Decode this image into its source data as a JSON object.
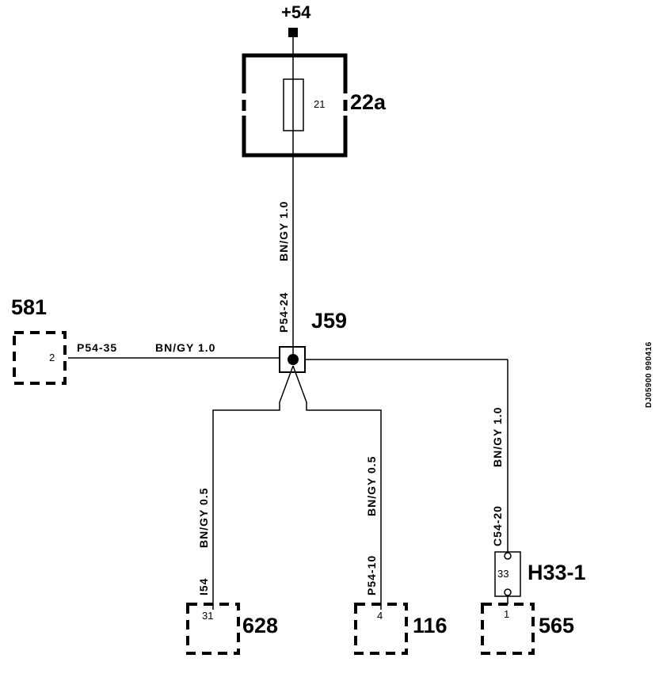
{
  "diagram": {
    "supply": {
      "label": "+54"
    },
    "fuse": {
      "number": "21",
      "name": "22a"
    },
    "splice": {
      "name": "J59"
    },
    "wires": {
      "main": {
        "id": "P54-24",
        "spec": "BN/GY 1.0"
      },
      "to_581": {
        "id": "P54-35",
        "spec": "BN/GY  1.0"
      },
      "to_628": {
        "id": "I54",
        "spec": "BN/GY  0.5"
      },
      "to_116": {
        "id": "P54-10",
        "spec": "BN/GY 0.5"
      },
      "to_h33": {
        "id": "C54-20",
        "spec": "BN/GY  1.0"
      }
    },
    "connectors": {
      "c581": {
        "name": "581",
        "pin": "2"
      },
      "c628": {
        "name": "628",
        "pin": "31"
      },
      "c116": {
        "name": "116",
        "pin": "4"
      },
      "c565": {
        "name": "565",
        "pin": "1"
      },
      "h33": {
        "name": "H33-1",
        "pin": "33"
      }
    },
    "reference": "DJ05900 990416"
  }
}
